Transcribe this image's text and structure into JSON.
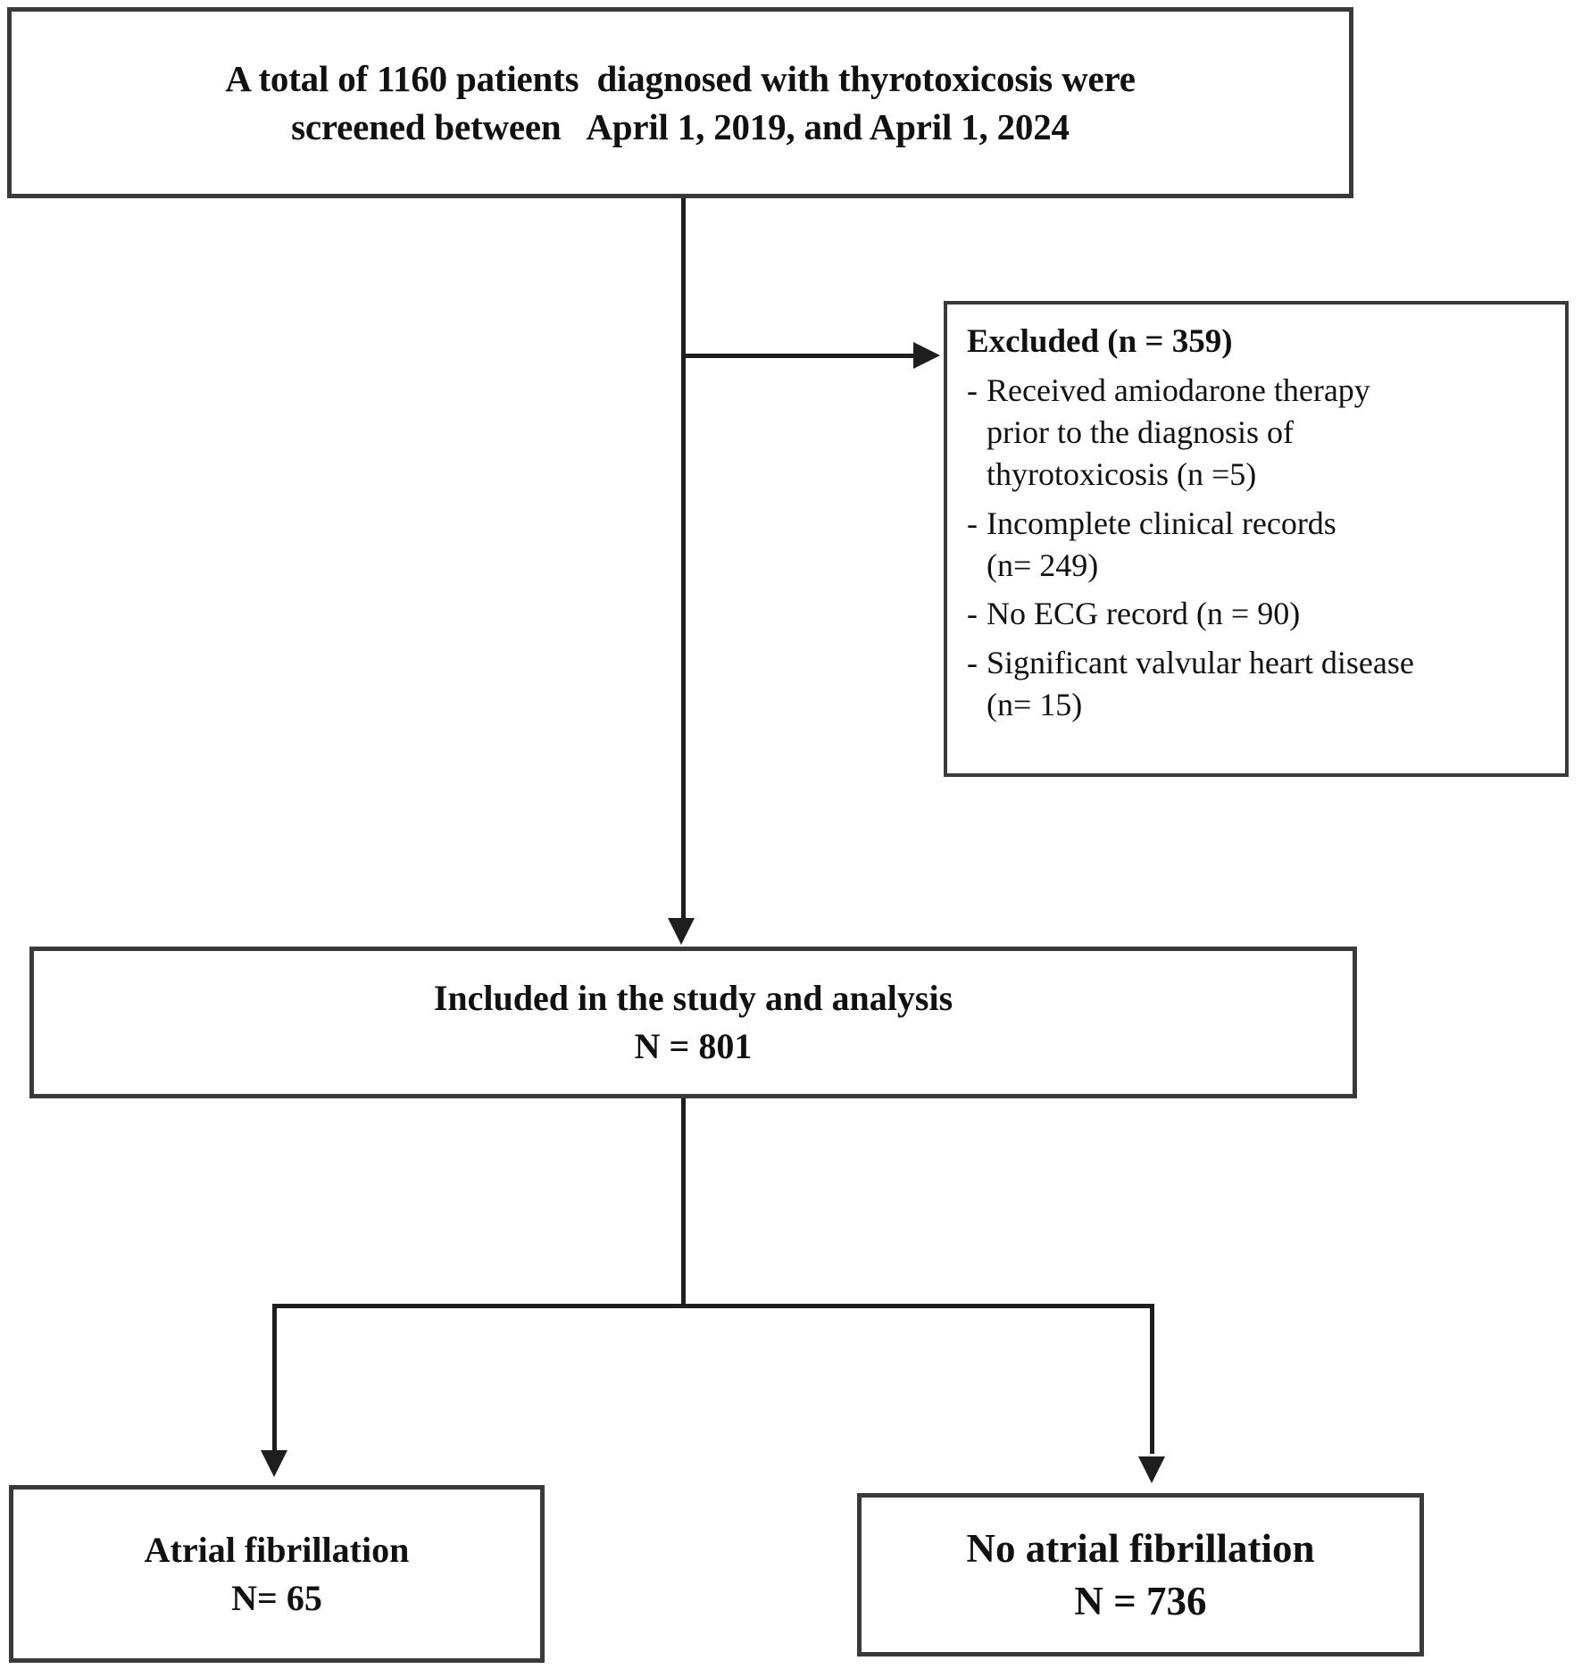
{
  "diagram": {
    "type": "study-flow-chart",
    "screened": {
      "line1": "A total of 1160 patients  diagnosed with thyrotoxicosis were",
      "line2": "screened between   April 1, 2019, and April 1, 2024"
    },
    "excluded": {
      "title": "Excluded (n = 359)",
      "dash": "-",
      "items": [
        {
          "text": "Received amiodarone therapy",
          "cont1": "prior to the diagnosis of",
          "cont2": "thyrotoxicosis (n =5)"
        },
        {
          "text": "Incomplete clinical records",
          "cont1": "(n= 249)",
          "cont2": ""
        },
        {
          "text": "No ECG record (n = 90)",
          "cont1": "",
          "cont2": ""
        },
        {
          "text": "Significant valvular heart disease",
          "cont1": "(n= 15)",
          "cont2": ""
        }
      ]
    },
    "included": {
      "line1": "Included in the study and analysis",
      "line2": "N = 801"
    },
    "outcomes": {
      "atrial_fibrillation": {
        "line1": "Atrial fibrillation",
        "line2": "N= 65"
      },
      "no_atrial_fibrillation": {
        "line1": "No atrial fibrillation",
        "line2": "N = 736"
      }
    },
    "colors": {
      "border": "#3a3a3a",
      "connector": "#1e1e1e",
      "text": "#111111",
      "background": "#ffffff"
    }
  }
}
